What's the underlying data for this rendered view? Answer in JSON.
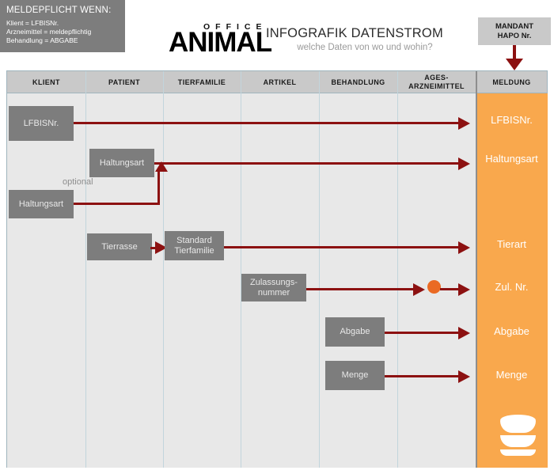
{
  "infobox": {
    "title": "MELDEPFLICHT WENN:",
    "lines": [
      "Klient = LFBISNr.",
      "Arzneimittel = meldepflichtig",
      "Behandlung = ABGABE"
    ]
  },
  "logo": {
    "office": "OFFICE",
    "animal": "ANIMAL"
  },
  "header": {
    "title": "INFOGRAFIK DATENSTROM",
    "subtitle": "welche Daten von wo und wohin?"
  },
  "mandant": {
    "line1": "MANDANT",
    "line2": "HAPO Nr."
  },
  "columns": [
    {
      "label": "KLIENT"
    },
    {
      "label": "PATIENT"
    },
    {
      "label": "TIERFAMILIE"
    },
    {
      "label": "ARTIKEL"
    },
    {
      "label": "BEHANDLUNG"
    },
    {
      "label": "AGES-\nARZNEIMITTEL"
    },
    {
      "label": "MELDUNG"
    }
  ],
  "column_labels": {
    "klient": "KLIENT",
    "patient": "PATIENT",
    "tierfamilie": "TIERFAMILIE",
    "artikel": "ARTIKEL",
    "behandlung": "BEHANDLUNG",
    "ages_line1": "AGES-",
    "ages_line2": "ARZNEIMITTEL",
    "meldung": "MELDUNG"
  },
  "nodes": {
    "lfbisnr": "LFBISNr.",
    "haltungsart_patient": "Haltungsart",
    "haltungsart_klient": "Haltungsart",
    "optional": "optional",
    "tierrasse": "Tierrasse",
    "standard_tierfamilie_line1": "Standard",
    "standard_tierfamilie_line2": "Tierfamilie",
    "zulassungsnummer_line1": "Zulassungs-",
    "zulassungsnummer_line2": "nummer",
    "abgabe": "Abgabe",
    "menge": "Menge"
  },
  "meldung_outputs": [
    {
      "label": "LFBISNr."
    },
    {
      "label": "Haltungsart"
    },
    {
      "label": "Tierart"
    },
    {
      "label": "Zul. Nr."
    },
    {
      "label": "Abgabe"
    },
    {
      "label": "Menge"
    }
  ],
  "meldung_labels": {
    "lfbisnr": "LFBISNr.",
    "haltungsart": "Haltungsart",
    "tierart": "Tierart",
    "zulnr": "Zul. Nr.",
    "abgabe": "Abgabe",
    "menge": "Menge"
  },
  "colors": {
    "accent_orange": "#f9a council",
    "flow_red": "#8c1111",
    "node_gray": "#7d7d7d",
    "header_gray": "#c9c9c9",
    "body_gray": "#e8e8e8",
    "dot_orange": "#ea6a23",
    "grid_line": "#c2d5dc"
  },
  "icons": {
    "database": "database-icon"
  }
}
